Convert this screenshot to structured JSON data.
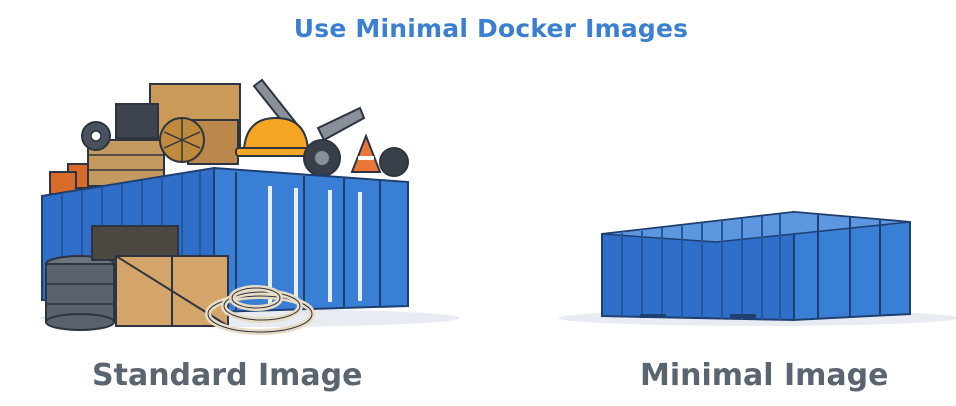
{
  "title": "Use Minimal Docker Images",
  "panels": {
    "standard": {
      "label": "Standard Image"
    },
    "minimal": {
      "label": "Minimal Image"
    }
  },
  "colors": {
    "title": "#3b7fd0",
    "container": "#2f6fc9",
    "container_dark": "#24569e",
    "label": "#5b6570"
  }
}
